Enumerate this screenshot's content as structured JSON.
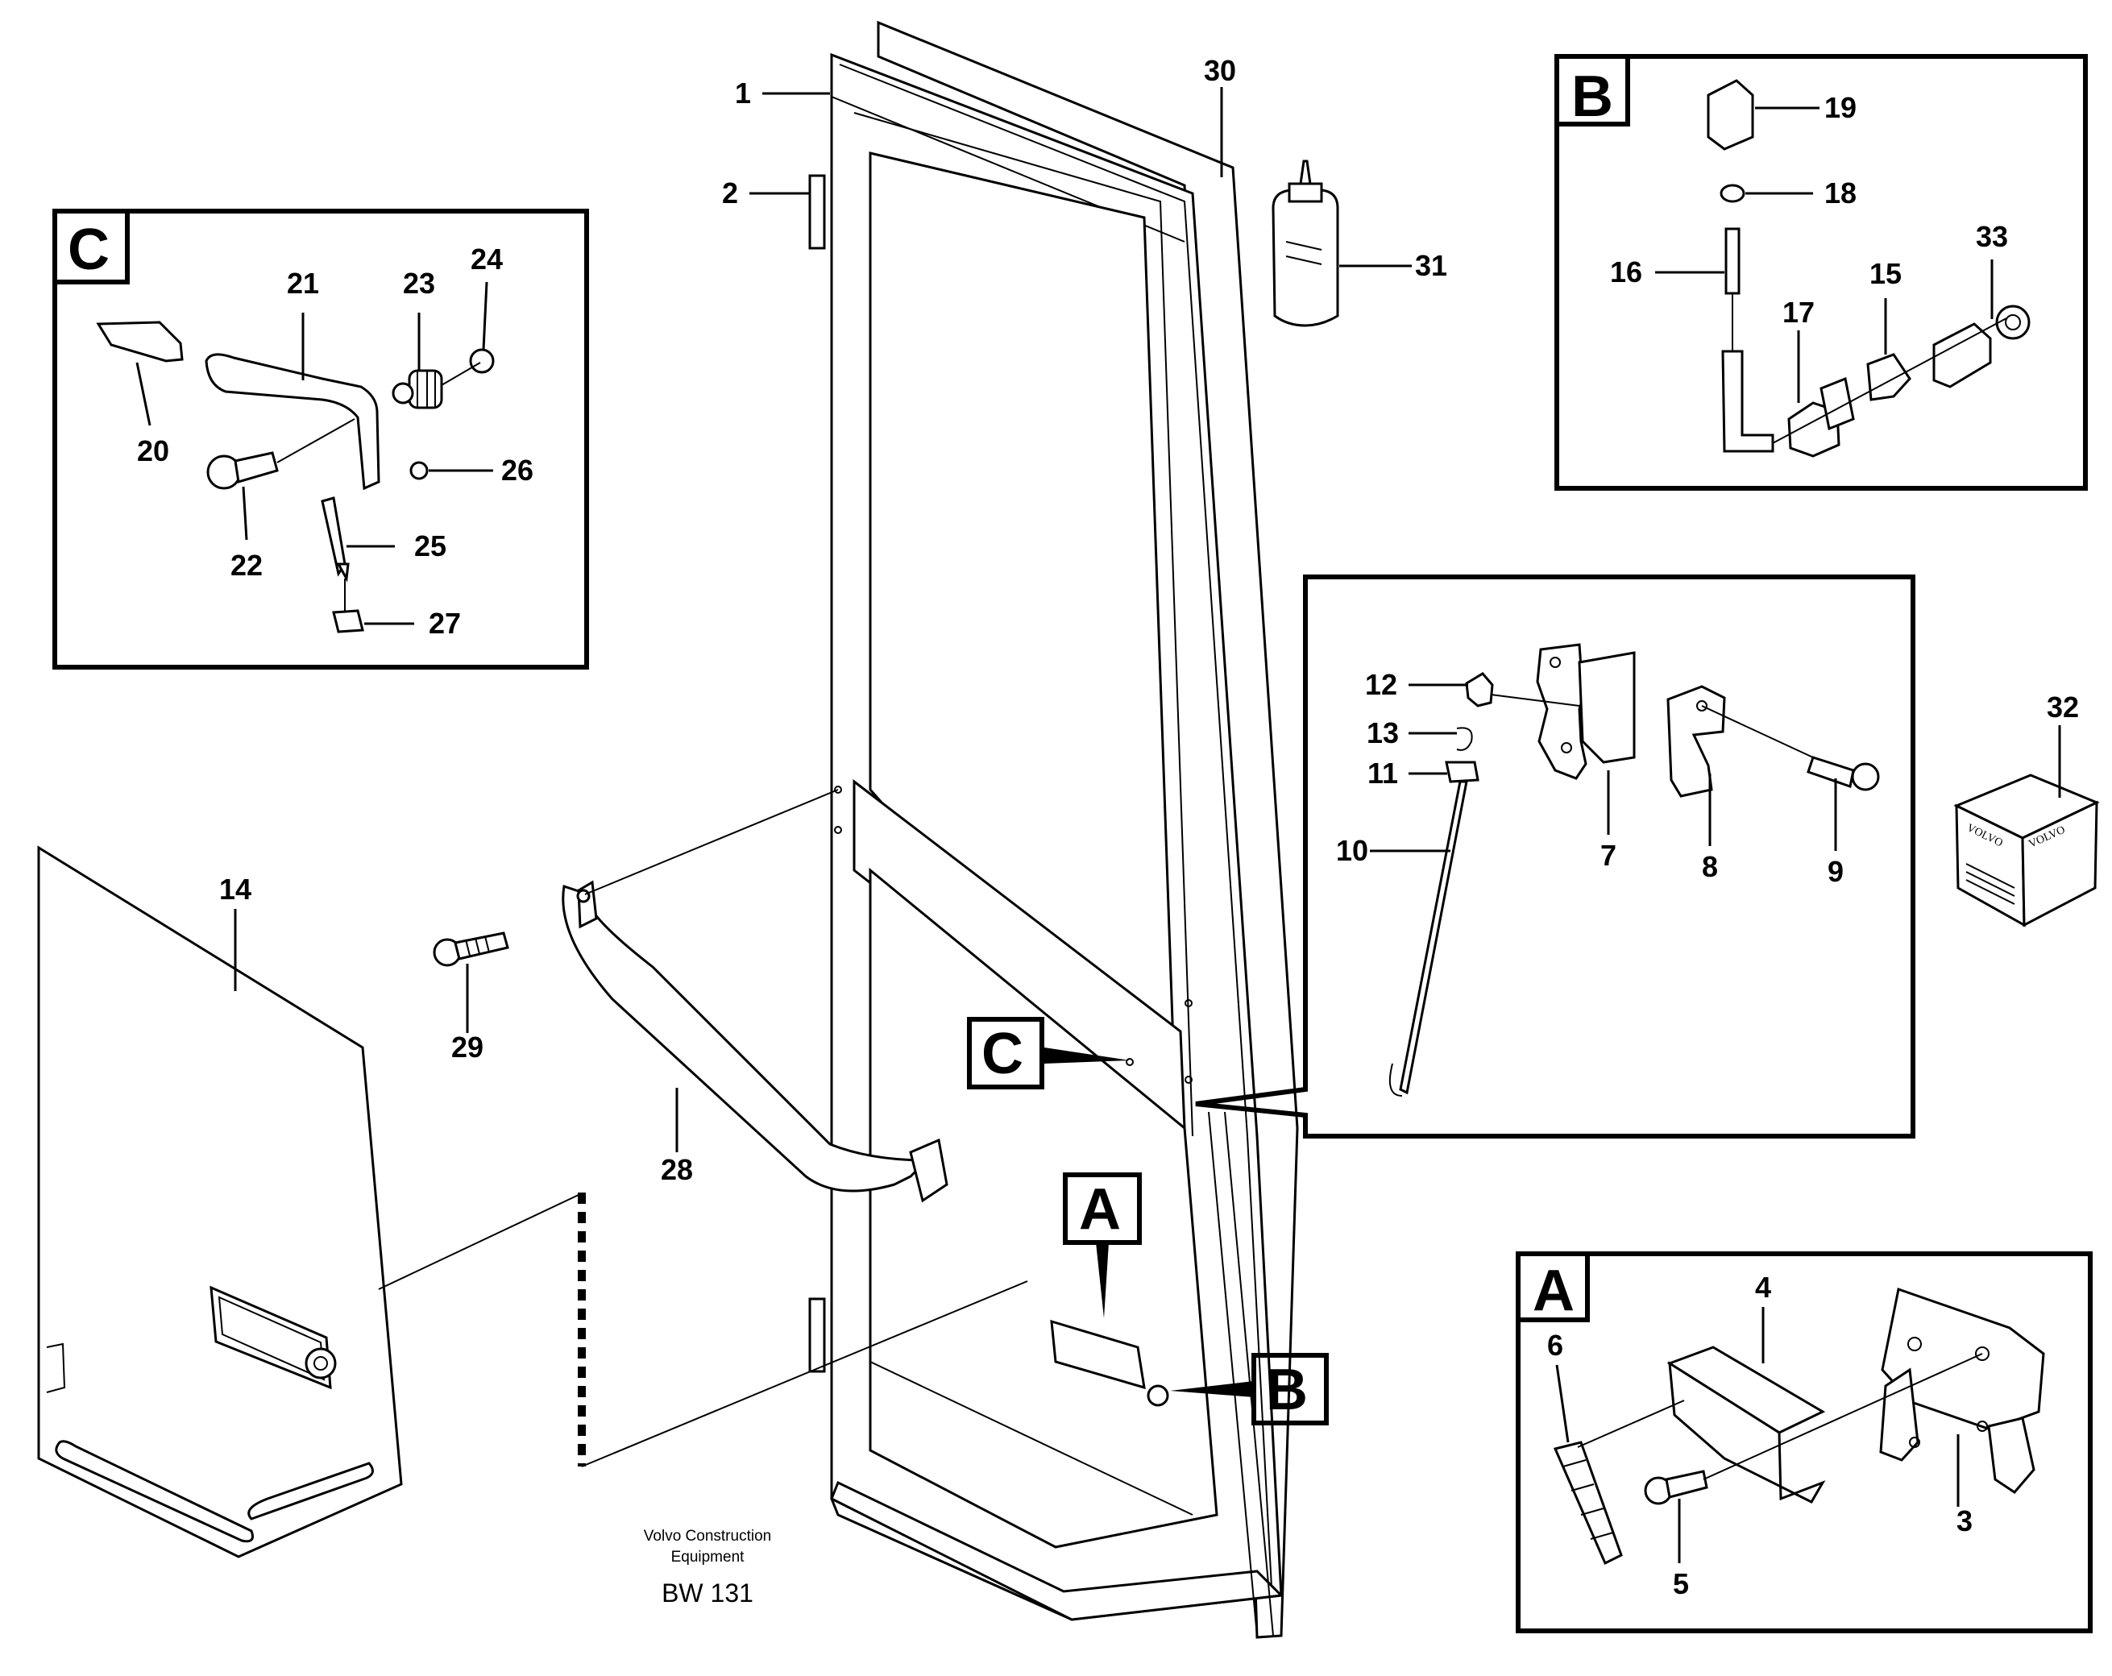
{
  "diagram": {
    "title_block": {
      "company_line1": "Volvo Construction",
      "company_line2": "Equipment",
      "code": "BW 131"
    },
    "parts": [
      "1",
      "2",
      "3",
      "4",
      "5",
      "6",
      "7",
      "8",
      "9",
      "10",
      "11",
      "12",
      "13",
      "14",
      "15",
      "16",
      "17",
      "18",
      "19",
      "20",
      "21",
      "22",
      "23",
      "24",
      "25",
      "26",
      "27",
      "28",
      "29",
      "30",
      "31",
      "32",
      "33"
    ],
    "detail_boxes": {
      "A": "A",
      "B": "B",
      "C": "C"
    },
    "brand_text": "VOLVO"
  }
}
